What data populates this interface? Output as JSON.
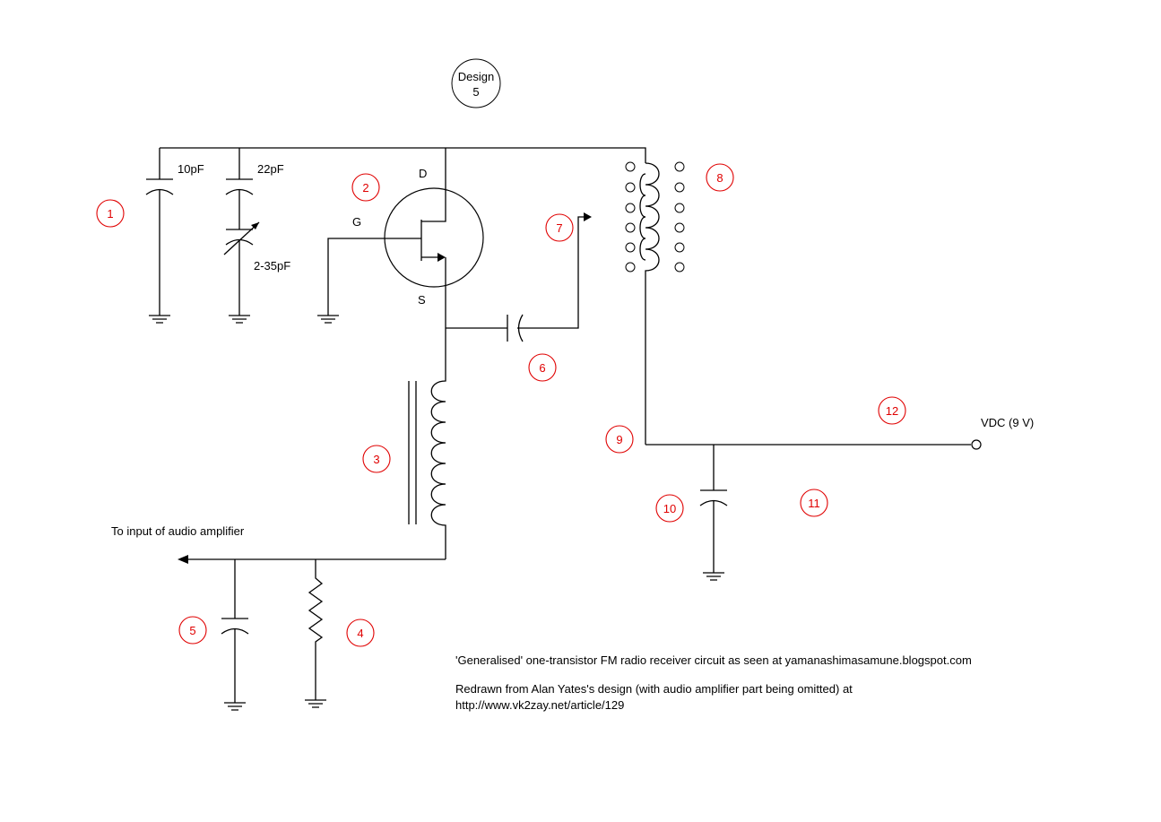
{
  "design": {
    "line1": "Design",
    "line2": "5"
  },
  "labels": {
    "c10": "10pF",
    "c22": "22pF",
    "cvar": "2-35pF",
    "drain": "D",
    "gate": "G",
    "source": "S",
    "vdc": "VDC (9 V)",
    "audio_out": "To input of audio amplifier"
  },
  "markers": [
    "1",
    "2",
    "3",
    "4",
    "5",
    "6",
    "7",
    "8",
    "9",
    "10",
    "11",
    "12"
  ],
  "notes": {
    "line1": "'Generalised' one-transistor FM radio receiver circuit as seen at yamanashimasamune.blogspot.com",
    "line2": "Redrawn from Alan Yates's design (with audio amplifier part being omitted) at",
    "line3": "http://www.vk2zay.net/article/129"
  },
  "colors": {
    "marker": "#e00000",
    "line": "#000000"
  }
}
